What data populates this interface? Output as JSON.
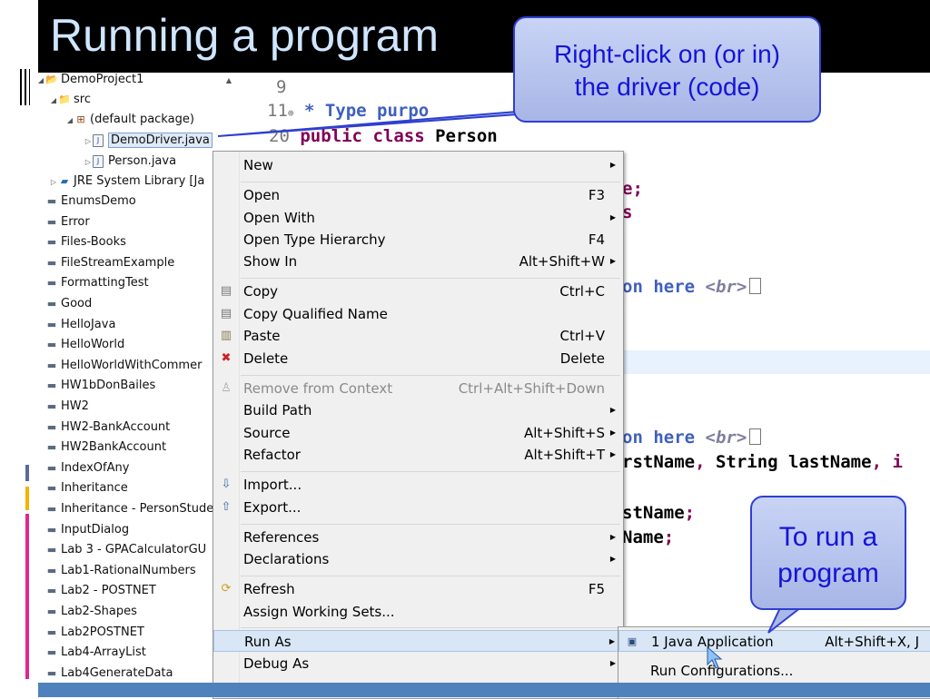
{
  "slide": {
    "title": "Running a program"
  },
  "callouts": {
    "right_click_line1": "Right-click on (or in)",
    "right_click_line2": "the driver (code)",
    "run_line1": "To run a",
    "run_line2": "program"
  },
  "explorer": {
    "tree": [
      {
        "label": "DemoProject1",
        "icon": "project-icon"
      },
      {
        "label": "src",
        "icon": "source-folder-icon"
      },
      {
        "label": "(default package)",
        "icon": "package-icon"
      },
      {
        "label": "DemoDriver.java",
        "icon": "java-file-icon"
      },
      {
        "label": "Person.java",
        "icon": "java-file-icon"
      },
      {
        "label": "JRE System Library [Ja",
        "icon": "library-icon"
      }
    ],
    "projects": [
      "EnumsDemo",
      "Error",
      "Files-Books",
      "FileStreamExample",
      "FormattingTest",
      "Good",
      "HelloJava",
      "HelloWorld",
      "HelloWorldWithCommer",
      "HW1bDonBailes",
      "HW2",
      "HW2-BankAccount",
      "HW2BankAccount",
      "IndexOfAny",
      "Inheritance",
      "Inheritance - PersonStude",
      "InputDialog",
      "Lab 3 - GPACalculatorGU",
      "Lab1-RationalNumbers",
      "Lab2 - POSTNET",
      "Lab2-Shapes",
      "Lab2POSTNET",
      "Lab4-ArrayList",
      "Lab4GenerateData"
    ]
  },
  "editor": {
    "line9": "9",
    "line11": "11",
    "line11_code": "* Type purpo",
    "line20": "20",
    "line20_kw1": "public",
    "line20_kw2": "class",
    "line20_name": "Person",
    "f1": "e;",
    "f2": "s",
    "c1_text": "on here ",
    "c1_tag": "<br>",
    "c2_text": "on here ",
    "c2_tag": "<br>",
    "sig_a": "rstName",
    "sig_b": ", ",
    "sig_c": "String lastName",
    "sig_d": ", i",
    "as1": "stName",
    "as1_end": ";",
    "as2": "Name",
    "as2_end": ";"
  },
  "context_menu": {
    "items": [
      {
        "label": "New",
        "shortcut": "",
        "submenu": true
      },
      {
        "label": "Open",
        "shortcut": "F3"
      },
      {
        "label": "Open With",
        "shortcut": "",
        "submenu": true
      },
      {
        "label": "Open Type Hierarchy",
        "shortcut": "F4"
      },
      {
        "label": "Show In",
        "shortcut": "Alt+Shift+W",
        "submenu": true
      },
      {
        "label": "Copy",
        "shortcut": "Ctrl+C"
      },
      {
        "label": "Copy Qualified Name",
        "shortcut": ""
      },
      {
        "label": "Paste",
        "shortcut": "Ctrl+V"
      },
      {
        "label": "Delete",
        "shortcut": "Delete"
      },
      {
        "label": "Remove from Context",
        "shortcut": "Ctrl+Alt+Shift+Down",
        "disabled": true
      },
      {
        "label": "Build Path",
        "shortcut": "",
        "submenu": true
      },
      {
        "label": "Source",
        "shortcut": "Alt+Shift+S",
        "submenu": true
      },
      {
        "label": "Refactor",
        "shortcut": "Alt+Shift+T",
        "submenu": true
      },
      {
        "label": "Import...",
        "shortcut": ""
      },
      {
        "label": "Export...",
        "shortcut": ""
      },
      {
        "label": "References",
        "shortcut": "",
        "submenu": true
      },
      {
        "label": "Declarations",
        "shortcut": "",
        "submenu": true
      },
      {
        "label": "Refresh",
        "shortcut": "F5"
      },
      {
        "label": "Assign Working Sets...",
        "shortcut": ""
      },
      {
        "label": "Run As",
        "shortcut": "",
        "submenu": true,
        "active": true
      },
      {
        "label": "Debug As",
        "shortcut": "",
        "submenu": true
      }
    ]
  },
  "run_as_submenu": {
    "java_app_label": "1 Java Application",
    "java_app_shortcut": "Alt+Shift+X, J",
    "run_configs_label": "Run Configurations..."
  },
  "colors": {
    "callout_text": "#1414d8",
    "callout_border": "#2f3fd0",
    "title_text": "#cfe6ff",
    "bottom_bar": "#4f81bd"
  }
}
